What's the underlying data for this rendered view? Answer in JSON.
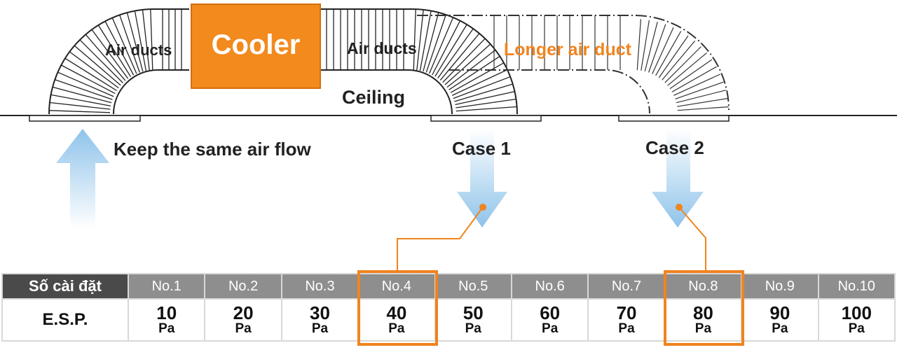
{
  "labels": {
    "air_ducts_left": "Air ducts",
    "cooler": "Cooler",
    "air_ducts_right": "Air ducts",
    "longer_air_duct": "Longer air duct",
    "ceiling": "Ceiling",
    "keep_air_flow": "Keep the same air flow",
    "case1": "Case 1",
    "case2": "Case 2"
  },
  "table": {
    "row1_header": "Số cài đặt",
    "row2_header": "E.S.P.",
    "settings": [
      {
        "no": "No.1",
        "value": "10",
        "unit": "Pa"
      },
      {
        "no": "No.2",
        "value": "20",
        "unit": "Pa"
      },
      {
        "no": "No.3",
        "value": "30",
        "unit": "Pa"
      },
      {
        "no": "No.4",
        "value": "40",
        "unit": "Pa"
      },
      {
        "no": "No.5",
        "value": "50",
        "unit": "Pa"
      },
      {
        "no": "No.6",
        "value": "60",
        "unit": "Pa"
      },
      {
        "no": "No.7",
        "value": "70",
        "unit": "Pa"
      },
      {
        "no": "No.8",
        "value": "80",
        "unit": "Pa"
      },
      {
        "no": "No.9",
        "value": "90",
        "unit": "Pa"
      },
      {
        "no": "No.10",
        "value": "100",
        "unit": "Pa"
      }
    ],
    "highlighted": [
      "No.4",
      "No.8"
    ]
  },
  "colors": {
    "accent_orange": "#f28a1e",
    "arrow_blue": "#8ec3ea",
    "header_dark": "#4a4a4a",
    "header_gray": "#8e8e8e"
  }
}
